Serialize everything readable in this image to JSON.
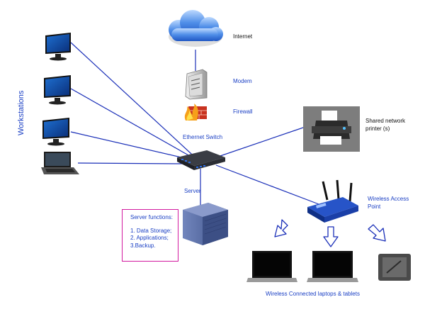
{
  "labels": {
    "internet": "Internet",
    "modem": "Modem",
    "firewall": "Firewall",
    "ethernet_switch": "Ethernet Switch",
    "server": "Server",
    "workstations": "Workstations",
    "shared_printer_line1": "Shared network",
    "shared_printer_line2": "printer (s)",
    "wap_line1": "Wireless Access",
    "wap_line2": "Point",
    "wireless_devices": "Wireless Connected laptops & tablets"
  },
  "server_functions": {
    "title": "Server functions:",
    "items": [
      "1. Data Storage;",
      "2. Applications;",
      "3.Backup."
    ]
  },
  "colors": {
    "link_line": "#1a2fb8",
    "label_blue": "#1a3fc4",
    "server_box_border": "#d21aa0",
    "cloud": "#3f7fe0",
    "server_body": "#4a5f95"
  },
  "icons": [
    "cloud-icon",
    "modem-icon",
    "firewall-icon",
    "switch-icon",
    "monitor-icon",
    "laptop-icon",
    "printer-icon",
    "router-icon",
    "server-icon",
    "tablet-icon",
    "arrow-icon"
  ]
}
